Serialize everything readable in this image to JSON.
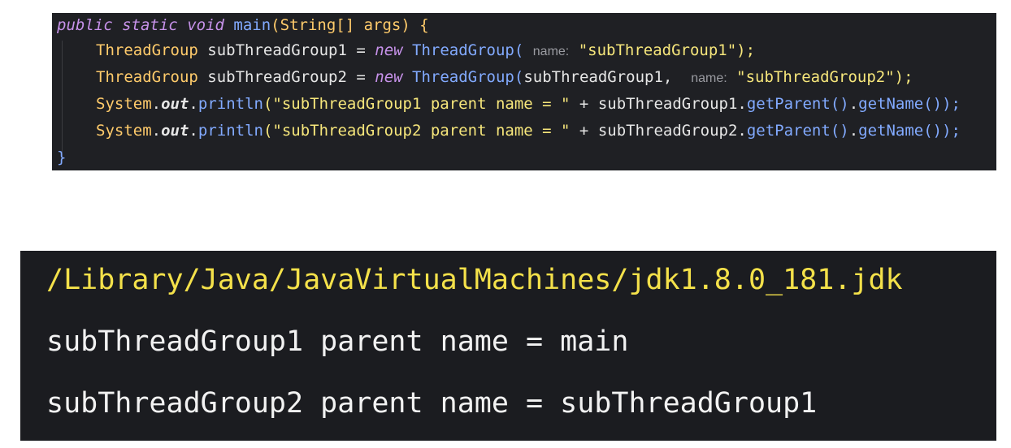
{
  "editor": {
    "line1": {
      "public": "public",
      "static": "static",
      "void": "void",
      "main": "main",
      "open": "(",
      "string": "String",
      "array": "[]",
      "args": "args",
      "close": ")",
      "brace": "{"
    },
    "line2": {
      "type": "ThreadGroup",
      "var": "subThreadGroup1",
      "eq": "=",
      "new": "new",
      "ctor": "ThreadGroup",
      "open": "(",
      "hint": "name:",
      "str": "\"subThreadGroup1\"",
      "end": ");"
    },
    "line3": {
      "type": "ThreadGroup",
      "var": "subThreadGroup2",
      "eq": "=",
      "new": "new",
      "ctor": "ThreadGroup",
      "open": "(",
      "arg": "subThreadGroup1,",
      "hint": "name:",
      "str": "\"subThreadGroup2\"",
      "end": ");"
    },
    "line4": {
      "system": "System",
      "dot1": ".",
      "out": "out",
      "dot2": ".",
      "println": "println",
      "open": "(",
      "str": "\"subThreadGroup1 parent name = \"",
      "plus": "+",
      "obj": "subThreadGroup1",
      "dot3": ".",
      "getParent": "getParent",
      "paren1": "()",
      "dot4": ".",
      "getName": "getName",
      "end": "());"
    },
    "line5": {
      "system": "System",
      "dot1": ".",
      "out": "out",
      "dot2": ".",
      "println": "println",
      "open": "(",
      "str": "\"subThreadGroup2 parent name = \"",
      "plus": "+",
      "obj": "subThreadGroup2",
      "dot3": ".",
      "getParent": "getParent",
      "paren1": "()",
      "dot4": ".",
      "getName": "getName",
      "end": "());"
    },
    "line6": {
      "brace": "}"
    }
  },
  "terminal": {
    "path": "/Library/Java/JavaVirtualMachines/jdk1.8.0_181.jdk",
    "output1": "subThreadGroup1 parent name = main",
    "output2": "subThreadGroup2 parent name = subThreadGroup1"
  },
  "colors": {
    "editor_bg": "#1f2024",
    "terminal_bg": "#1b1c20",
    "keyword": "#c792ea",
    "type": "#ffcb6b",
    "function": "#82aaff",
    "string": "#f6e67b",
    "hint": "#9a9ba1",
    "terminal_path": "#f4e14a",
    "terminal_text": "#f2f2f2"
  }
}
